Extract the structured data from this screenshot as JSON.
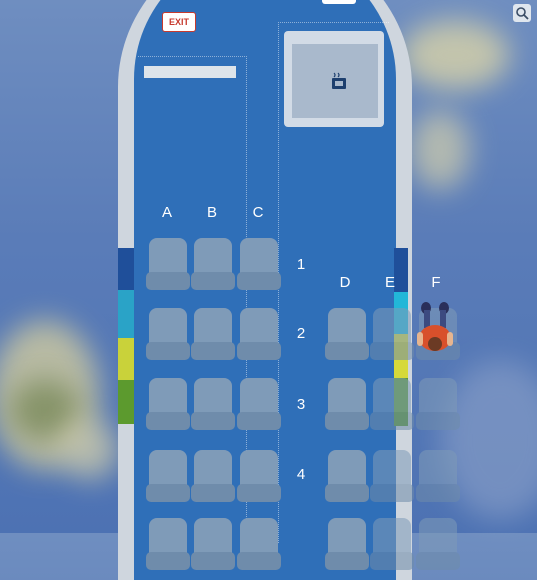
{
  "exit_label": "EXIT",
  "columns": [
    "A",
    "B",
    "C",
    "D",
    "E",
    "F"
  ],
  "rows": [
    "1",
    "2",
    "3",
    "4"
  ],
  "icons": {
    "galley": "coffee-maker-icon",
    "zoom": "magnify-icon",
    "passenger": "passenger-icon"
  },
  "colors": {
    "cabin_floor": "#2f6fb8",
    "seat": "#7f9bb8",
    "exit_red": "#c73a2e",
    "accent_yellow": "#d6d93a",
    "accent_green": "#5c9a2e",
    "accent_cyan": "#22b7d8"
  }
}
